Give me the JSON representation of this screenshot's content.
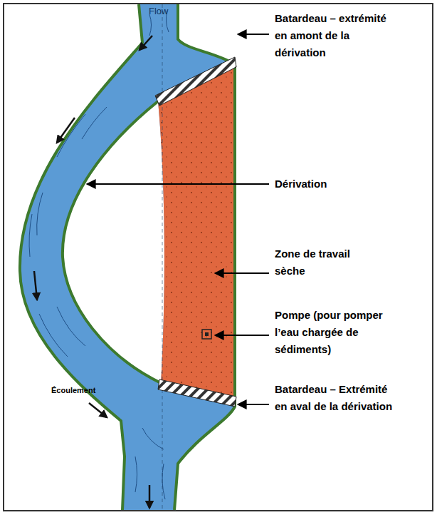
{
  "diagram": {
    "labels": [
      "Flow",
      "Batardeau – extrémité en amont de la dérivation",
      "Dérivation",
      "Zone de travail sèche",
      "Pompe (pour pomper l’eau chargée de sédiments)",
      "Écoulement",
      "Batardeau – Extrémité en aval de la dérivation"
    ]
  }
}
